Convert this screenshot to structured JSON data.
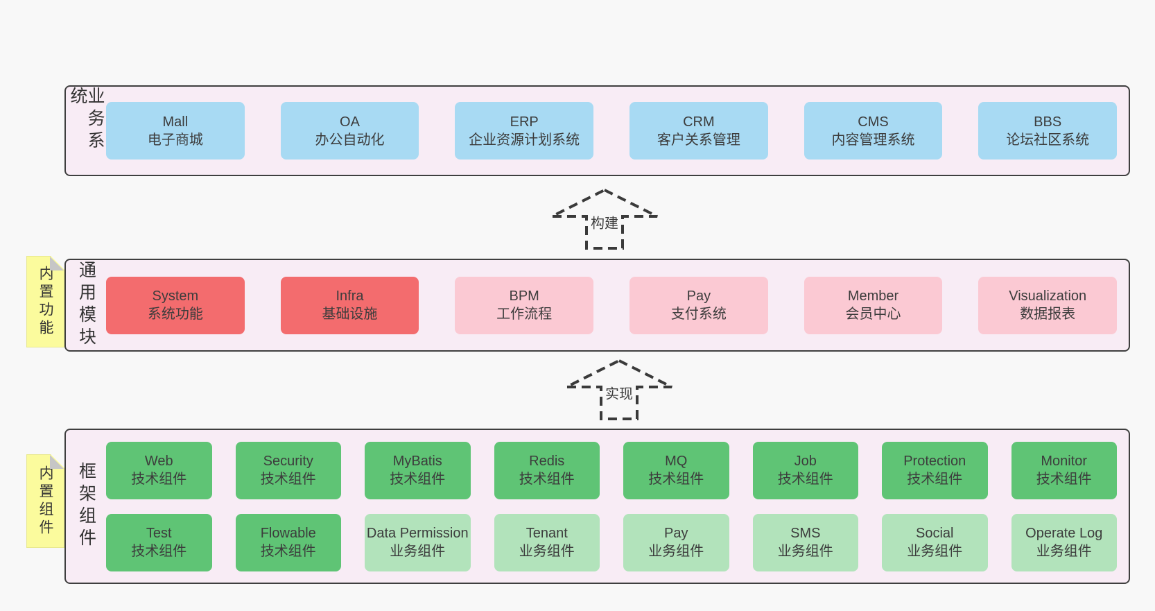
{
  "palette": {
    "page_bg": "#f8f8f8",
    "panel_bg": "#f8ecf5",
    "panel_border": "#3f3f3f",
    "blue": "#a8daf3",
    "red": "#f36c6e",
    "pink": "#fbc9d3",
    "green_dark": "#5fc475",
    "green_light": "#b2e3bb",
    "sticky_yellow": "#fbfb9d",
    "text": "#3c3c3c"
  },
  "layers": [
    {
      "label": "业务系统",
      "rows": [
        [
          {
            "name": "Mall",
            "sub": "电子商城",
            "variant": "blue"
          },
          {
            "name": "OA",
            "sub": "办公自动化",
            "variant": "blue"
          },
          {
            "name": "ERP",
            "sub": "企业资源计划系统",
            "variant": "blue"
          },
          {
            "name": "CRM",
            "sub": "客户关系管理",
            "variant": "blue"
          },
          {
            "name": "CMS",
            "sub": "内容管理系统",
            "variant": "blue"
          },
          {
            "name": "BBS",
            "sub": "论坛社区系统",
            "variant": "blue"
          }
        ]
      ]
    },
    {
      "label": "通用模块",
      "sticky": "内置功能",
      "rows": [
        [
          {
            "name": "System",
            "sub": "系统功能",
            "variant": "red"
          },
          {
            "name": "Infra",
            "sub": "基础设施",
            "variant": "red"
          },
          {
            "name": "BPM",
            "sub": "工作流程",
            "variant": "pink"
          },
          {
            "name": "Pay",
            "sub": "支付系统",
            "variant": "pink"
          },
          {
            "name": "Member",
            "sub": "会员中心",
            "variant": "pink"
          },
          {
            "name": "Visualization",
            "sub": "数据报表",
            "variant": "pink"
          }
        ]
      ]
    },
    {
      "label": "框架组件",
      "sticky": "内置组件",
      "rows": [
        [
          {
            "name": "Web",
            "sub": "技术组件",
            "variant": "green-dark"
          },
          {
            "name": "Security",
            "sub": "技术组件",
            "variant": "green-dark"
          },
          {
            "name": "MyBatis",
            "sub": "技术组件",
            "variant": "green-dark"
          },
          {
            "name": "Redis",
            "sub": "技术组件",
            "variant": "green-dark"
          },
          {
            "name": "MQ",
            "sub": "技术组件",
            "variant": "green-dark"
          },
          {
            "name": "Job",
            "sub": "技术组件",
            "variant": "green-dark"
          },
          {
            "name": "Protection",
            "sub": "技术组件",
            "variant": "green-dark"
          },
          {
            "name": "Monitor",
            "sub": "技术组件",
            "variant": "green-dark"
          }
        ],
        [
          {
            "name": "Test",
            "sub": "技术组件",
            "variant": "green-dark"
          },
          {
            "name": "Flowable",
            "sub": "技术组件",
            "variant": "green-dark"
          },
          {
            "name": "Data Permission",
            "sub": "业务组件",
            "variant": "green-light"
          },
          {
            "name": "Tenant",
            "sub": "业务组件",
            "variant": "green-light"
          },
          {
            "name": "Pay",
            "sub": "业务组件",
            "variant": "green-light"
          },
          {
            "name": "SMS",
            "sub": "业务组件",
            "variant": "green-light"
          },
          {
            "name": "Social",
            "sub": "业务组件",
            "variant": "green-light"
          },
          {
            "name": "Operate Log",
            "sub": "业务组件",
            "variant": "green-light"
          }
        ]
      ]
    }
  ],
  "arrows": [
    {
      "label": "构建"
    },
    {
      "label": "实现"
    }
  ]
}
